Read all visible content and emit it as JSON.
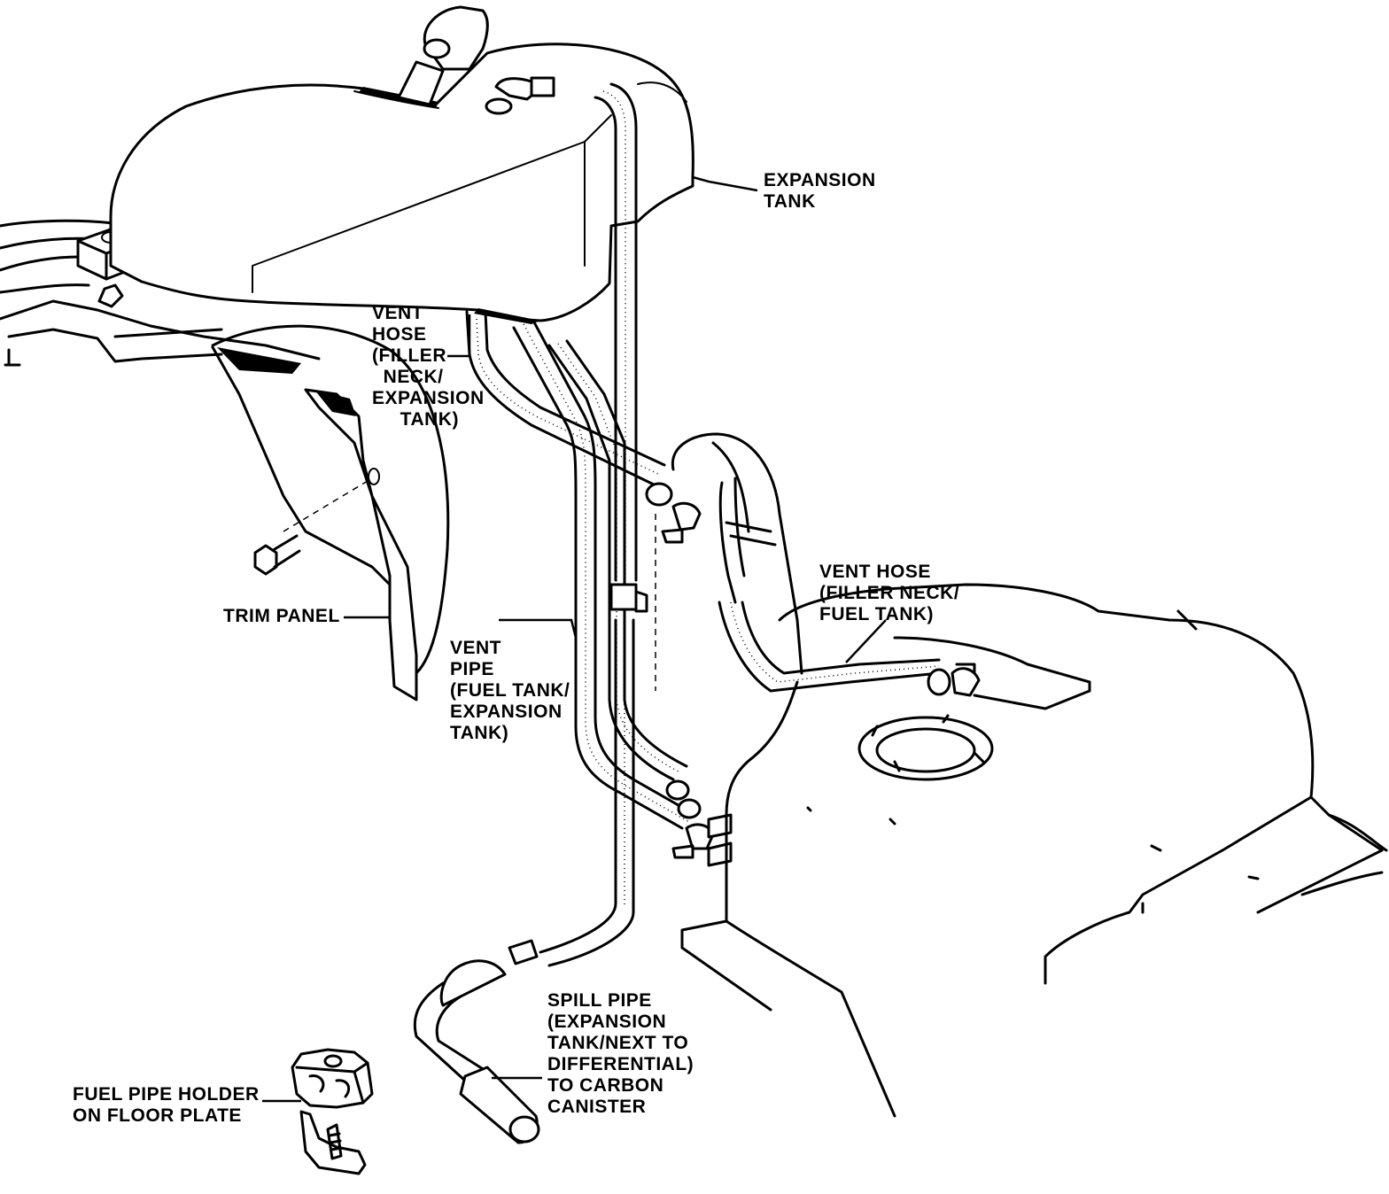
{
  "labels": {
    "expansion_tank": "EXPANSION\nTANK",
    "vent_hose_filler_expansion": "VENT\nHOSE\n(FILLER\n  NECK/\nEXPANSION\n     TANK)",
    "trim_panel": "TRIM PANEL",
    "vent_hose_filler_fuel": "VENT HOSE\n(FILLER NECK/\nFUEL TANK)",
    "vent_pipe": "VENT\nPIPE\n(FUEL TANK/\nEXPANSION\nTANK)",
    "spill_pipe": "SPILL PIPE\n(EXPANSION\nTANK/NEXT TO\nDIFFERENTIAL)\nTO CARBON\nCANISTER",
    "fuel_pipe_holder": "FUEL PIPE HOLDER\nON FLOOR PLATE"
  }
}
